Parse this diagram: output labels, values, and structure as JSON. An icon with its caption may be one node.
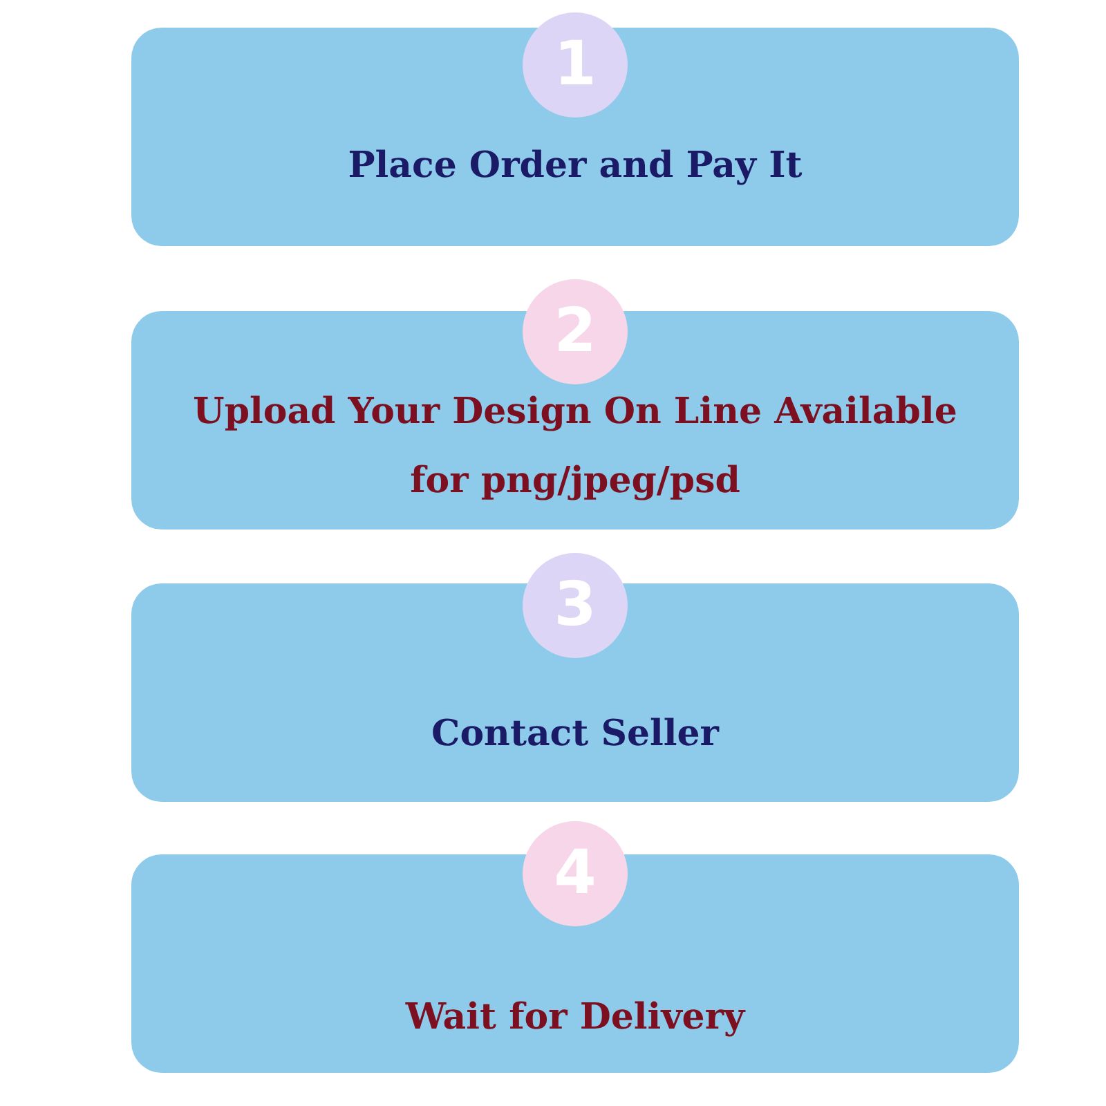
{
  "diagram": {
    "nodes": [
      {
        "text": [
          "Place Order and Pay It"
        ]
      },
      {
        "text": [
          "1"
        ]
      },
      {
        "text": [
          "Upload Your Design On Line Available for png/jpeg/psd"
        ]
      },
      {
        "text": [
          "2"
        ]
      },
      {
        "text": [
          "Contact Seller"
        ]
      },
      {
        "text": [
          "3"
        ]
      },
      {
        "text": [
          "Wait for Delivery"
        ]
      },
      {
        "text": [
          "4"
        ]
      }
    ]
  }
}
